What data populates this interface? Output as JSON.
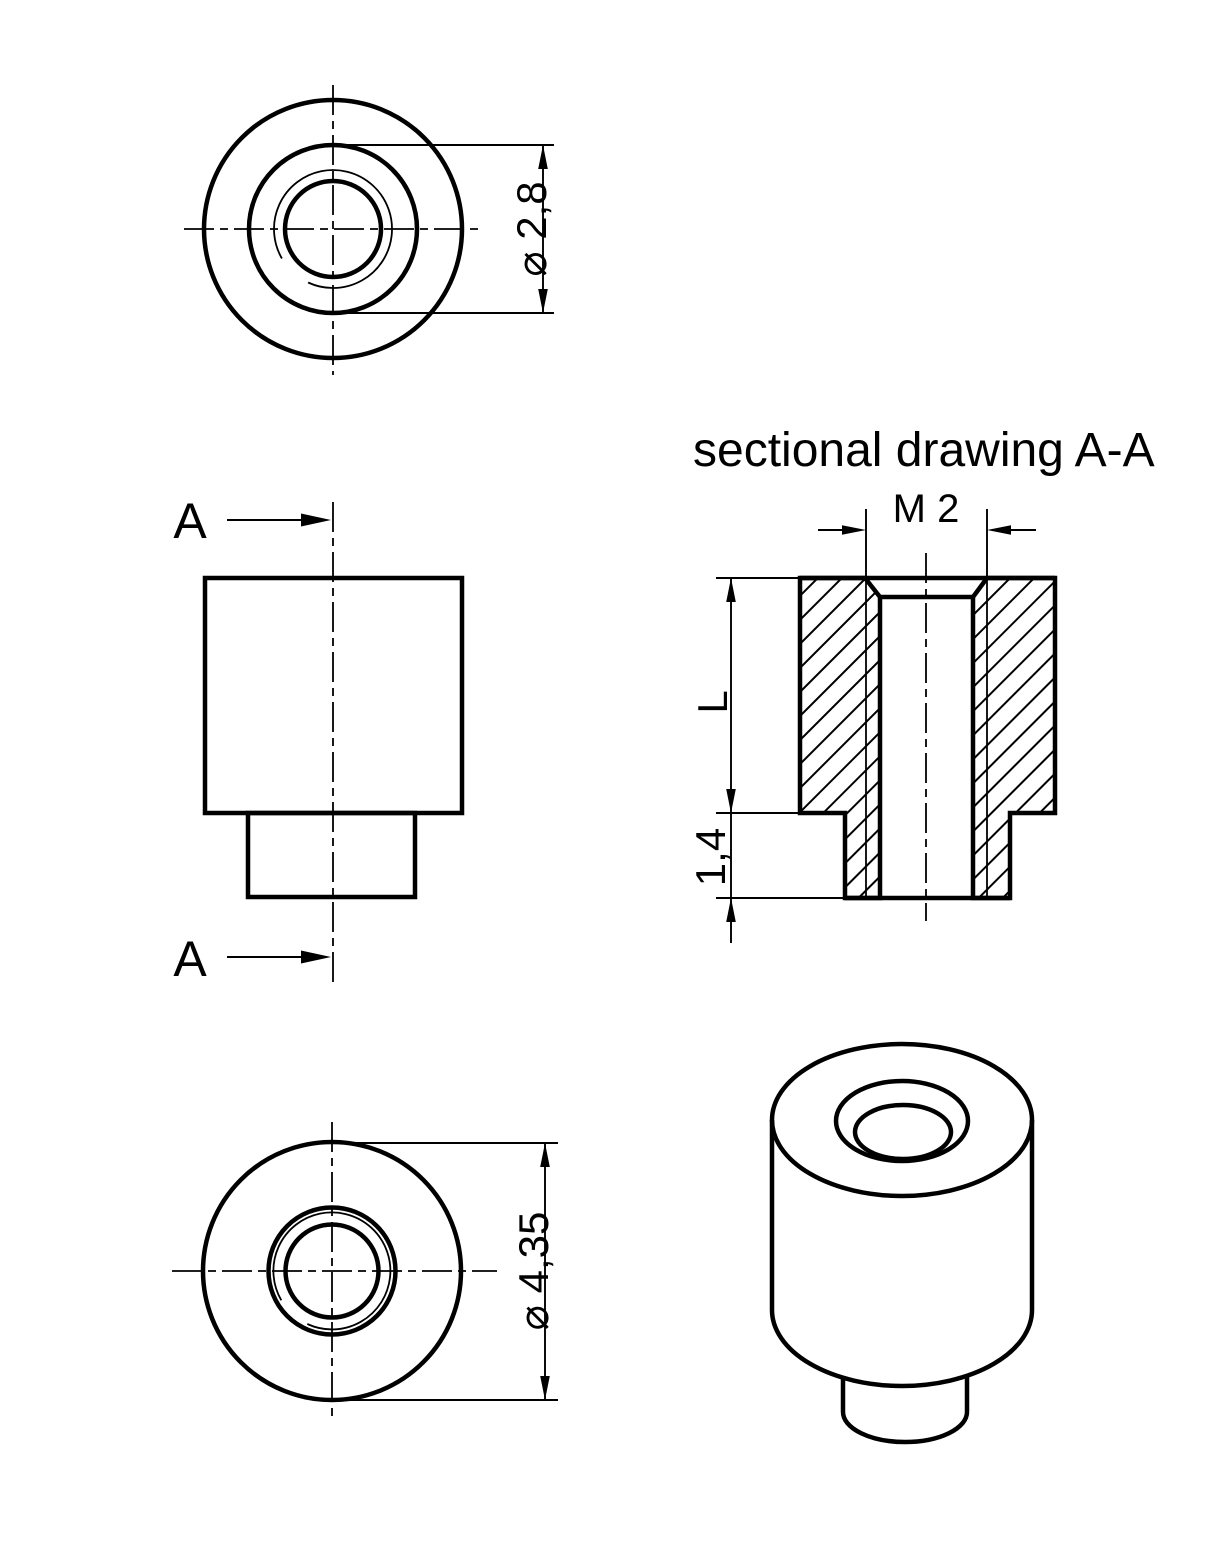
{
  "meta": {
    "background_color": "#ffffff",
    "line_color": "#000000",
    "drawing_type": "technical part drawing, threaded spacer bolt / standoff"
  },
  "section_view": {
    "title": "sectional drawing A-A",
    "thread_dimension": "M 2",
    "body_length_label": "L",
    "spigot_height_dimension": "1,4"
  },
  "front_view": {
    "cut_label_top": "A",
    "cut_label_bottom": "A"
  },
  "round_view_top": {
    "diameter_dimension": "⌀ 2,8"
  },
  "round_view_bottom": {
    "diameter_dimension": "⌀ 4,35"
  }
}
